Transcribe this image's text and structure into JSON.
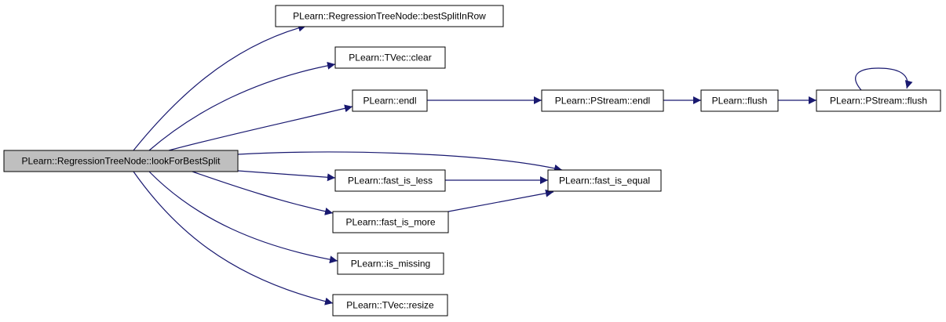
{
  "graph": {
    "colors": {
      "edge": "#191970",
      "node_fill": "#ffffff",
      "root_fill": "#bfbfbf",
      "node_border": "#000000"
    },
    "nodes": [
      {
        "id": "root",
        "label": "PLearn::RegressionTreeNode::lookForBestSplit",
        "root": true
      },
      {
        "id": "bestSplitInRow",
        "label": "PLearn::RegressionTreeNode::bestSplitInRow"
      },
      {
        "id": "tvec_clear",
        "label": "PLearn::TVec::clear"
      },
      {
        "id": "endl",
        "label": "PLearn::endl"
      },
      {
        "id": "pstream_endl",
        "label": "PLearn::PStream::endl"
      },
      {
        "id": "flush",
        "label": "PLearn::flush"
      },
      {
        "id": "pstream_flush",
        "label": "PLearn::PStream::flush"
      },
      {
        "id": "fast_is_less",
        "label": "PLearn::fast_is_less"
      },
      {
        "id": "fast_is_equal",
        "label": "PLearn::fast_is_equal"
      },
      {
        "id": "fast_is_more",
        "label": "PLearn::fast_is_more"
      },
      {
        "id": "is_missing",
        "label": "PLearn::is_missing"
      },
      {
        "id": "tvec_resize",
        "label": "PLearn::TVec::resize"
      }
    ],
    "edges": [
      {
        "from": "root",
        "to": "bestSplitInRow"
      },
      {
        "from": "root",
        "to": "tvec_clear"
      },
      {
        "from": "root",
        "to": "endl"
      },
      {
        "from": "root",
        "to": "fast_is_equal"
      },
      {
        "from": "root",
        "to": "fast_is_less"
      },
      {
        "from": "root",
        "to": "fast_is_more"
      },
      {
        "from": "root",
        "to": "is_missing"
      },
      {
        "from": "root",
        "to": "tvec_resize"
      },
      {
        "from": "endl",
        "to": "pstream_endl"
      },
      {
        "from": "pstream_endl",
        "to": "flush"
      },
      {
        "from": "flush",
        "to": "pstream_flush"
      },
      {
        "from": "pstream_flush",
        "to": "pstream_flush"
      },
      {
        "from": "fast_is_less",
        "to": "fast_is_equal"
      },
      {
        "from": "fast_is_more",
        "to": "fast_is_equal"
      }
    ]
  }
}
